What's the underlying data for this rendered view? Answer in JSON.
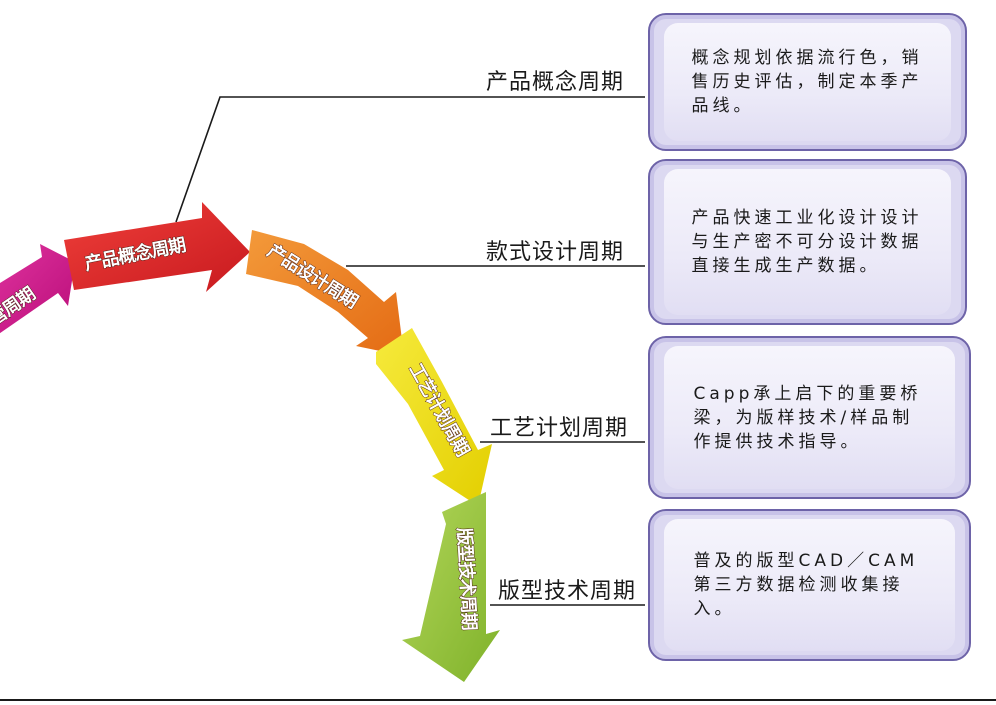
{
  "arrows": [
    {
      "label": "营周期",
      "color": "#d6128c"
    },
    {
      "label": "产品概念周期",
      "color": "#e2262c"
    },
    {
      "label": "产品设计周期",
      "color": "#ef8223"
    },
    {
      "label": "工艺计划周期",
      "color": "#f5e000"
    },
    {
      "label": "版型技术周期",
      "color": "#98c93c"
    }
  ],
  "stages": [
    {
      "label": "产品概念周期",
      "description": "概念规划依据流行色，销售历史评估，制定本季产品线。"
    },
    {
      "label": "款式设计周期",
      "description": "产品快速工业化设计设计与生产密不可分设计数据直接生成生产数据。"
    },
    {
      "label": "工艺计划周期",
      "description": "Capp承上启下的重要桥梁，为版样技术/样品制作提供技术指导。"
    },
    {
      "label": "版型技术周期",
      "description": "普及的版型CAD／CAM第三方数据检测收集接入。"
    }
  ]
}
